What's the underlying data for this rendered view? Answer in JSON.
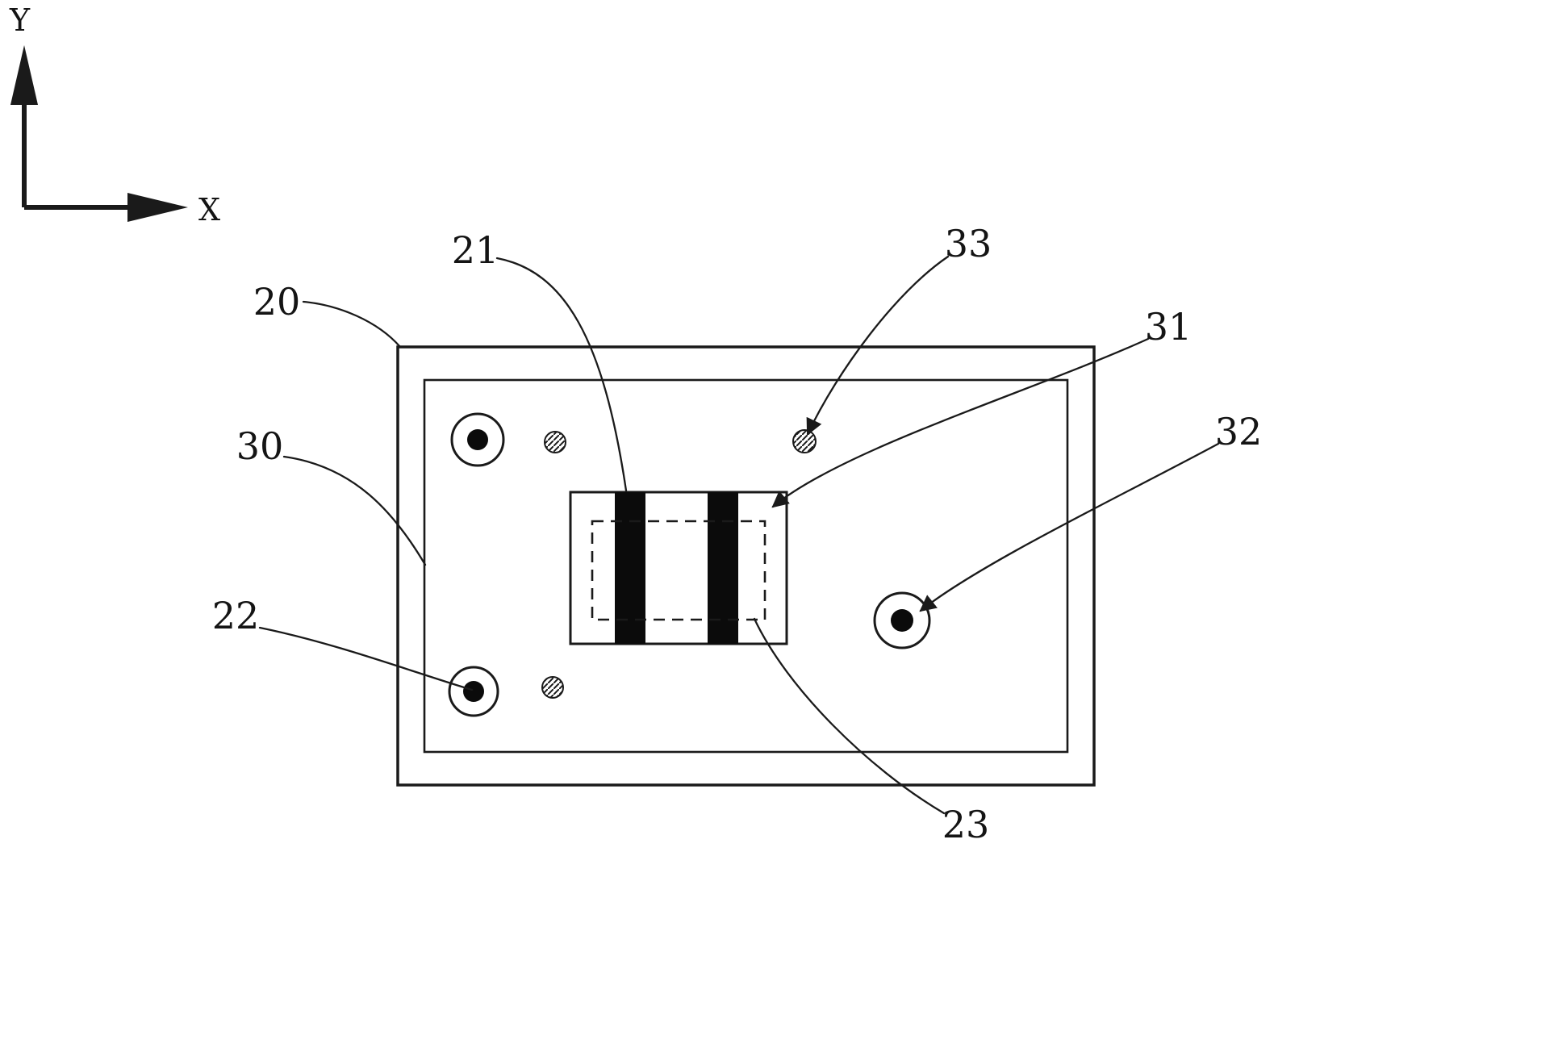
{
  "axes": {
    "x_label": "X",
    "y_label": "Y"
  },
  "labels": {
    "20": "20",
    "21": "21",
    "22": "22",
    "23": "23",
    "30": "30",
    "31": "31",
    "32": "32",
    "33": "33"
  },
  "colors": {
    "line": "#1a1a1a",
    "solid_fill": "#0b0b0b",
    "background": "#ffffff"
  }
}
